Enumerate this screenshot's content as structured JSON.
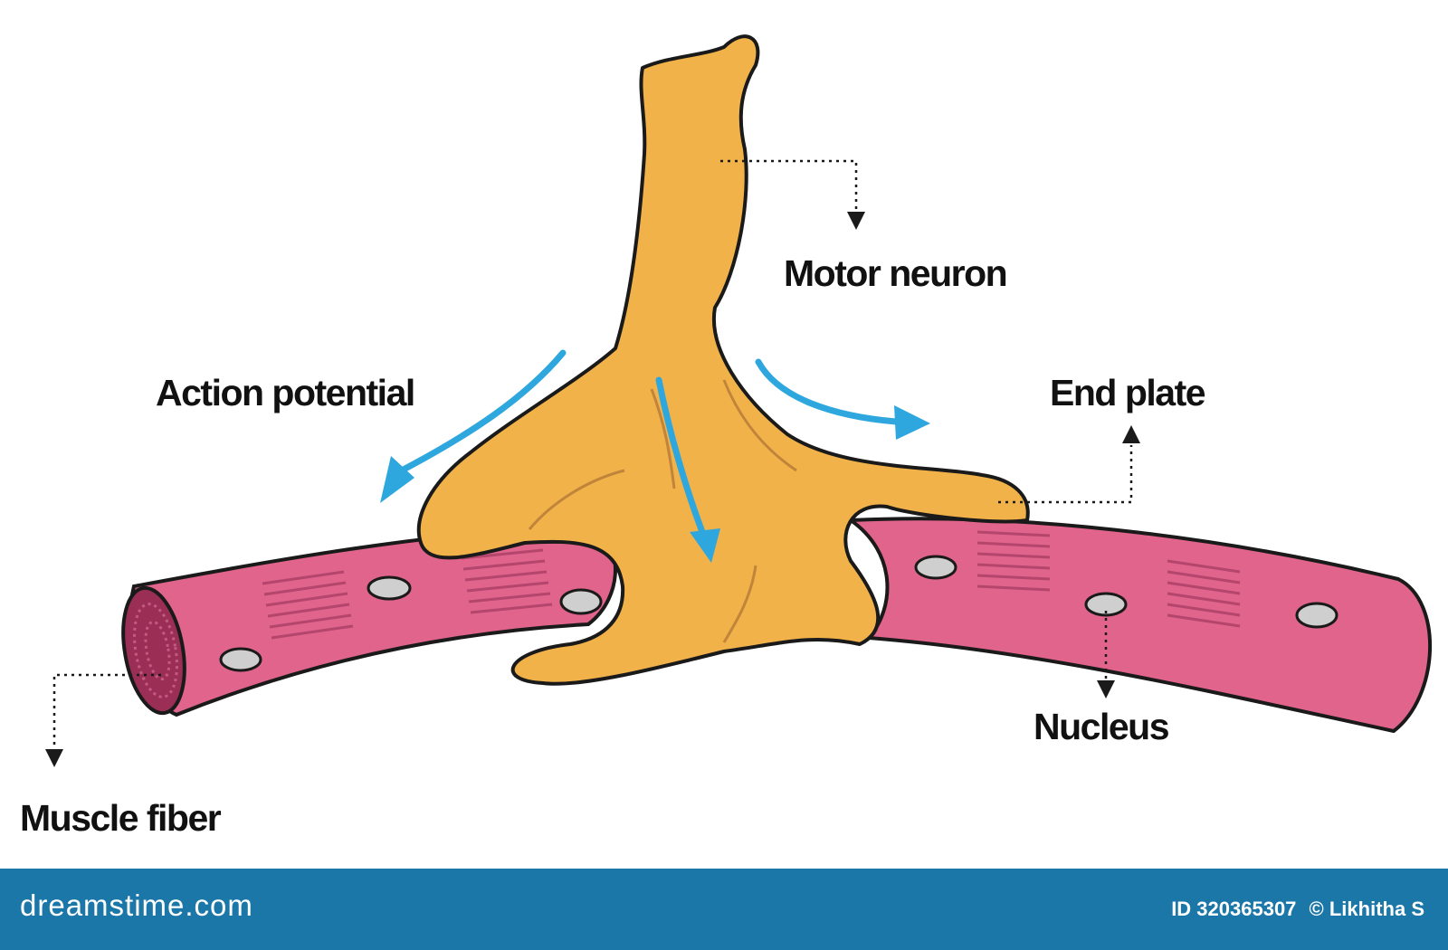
{
  "labels": {
    "motor_neuron": "Motor neuron",
    "action_potential": "Action potential",
    "end_plate": "End plate",
    "nucleus": "Nucleus",
    "muscle_fiber": "Muscle fiber"
  },
  "footer": {
    "logo": "dreamstime.com",
    "image_id": "ID 320365307",
    "copyright": "© Likhitha S"
  },
  "colors": {
    "neuron_fill": "#f2b24a",
    "fiber_fill": "#e0648b",
    "fiber_end": "#9a2e55",
    "stripe": "#b4456c",
    "nucleus_fill": "#cfcfcf",
    "arrow": "#2ea7de",
    "outline": "#1a1a1a",
    "footer_bg": "#1a77a8"
  }
}
